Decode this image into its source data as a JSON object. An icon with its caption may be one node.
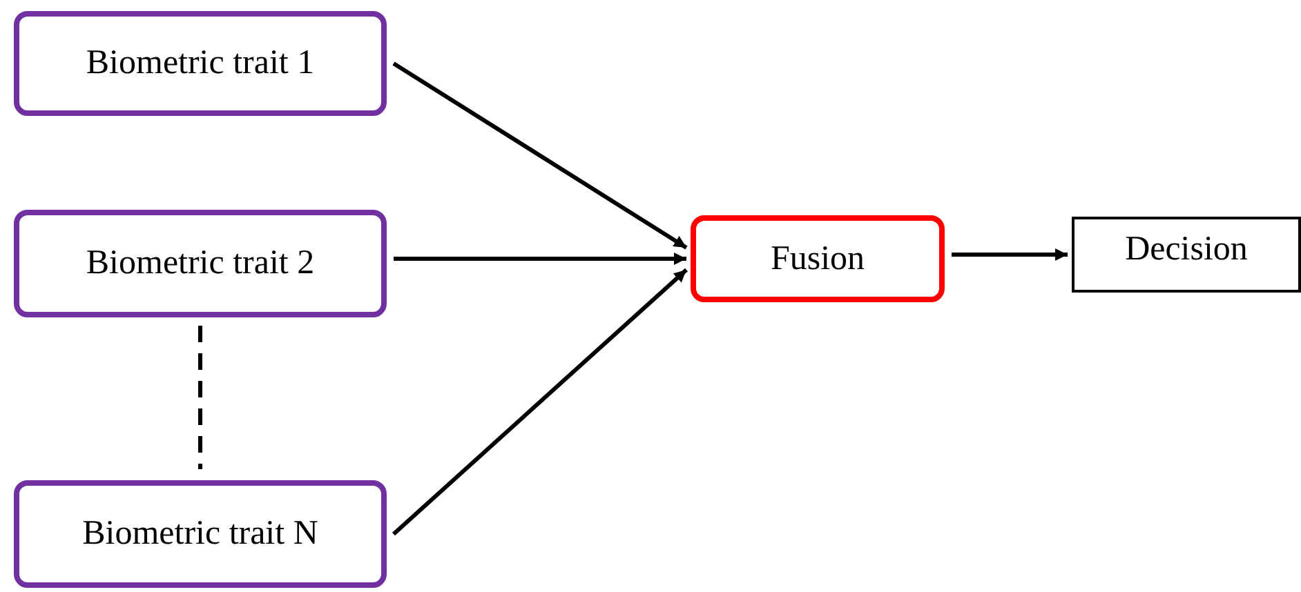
{
  "diagram": {
    "nodes": [
      {
        "text": [
          "Biometric trait 1"
        ]
      },
      {
        "text": [
          "Biometric trait 2"
        ]
      },
      {
        "text": [
          "Biometric trait N"
        ]
      },
      {
        "text": [
          "Fusion"
        ]
      },
      {
        "text": [
          "Decision"
        ]
      }
    ],
    "edges": [
      {
        "from": 0,
        "to": 3,
        "arrow": "to"
      },
      {
        "from": 1,
        "to": 3,
        "arrow": "to"
      },
      {
        "from": 2,
        "to": 3,
        "arrow": "to"
      },
      {
        "from": 3,
        "to": 4,
        "arrow": "to"
      },
      {
        "from": 1,
        "to": 2,
        "arrow": "none",
        "style": "dashed"
      }
    ]
  }
}
